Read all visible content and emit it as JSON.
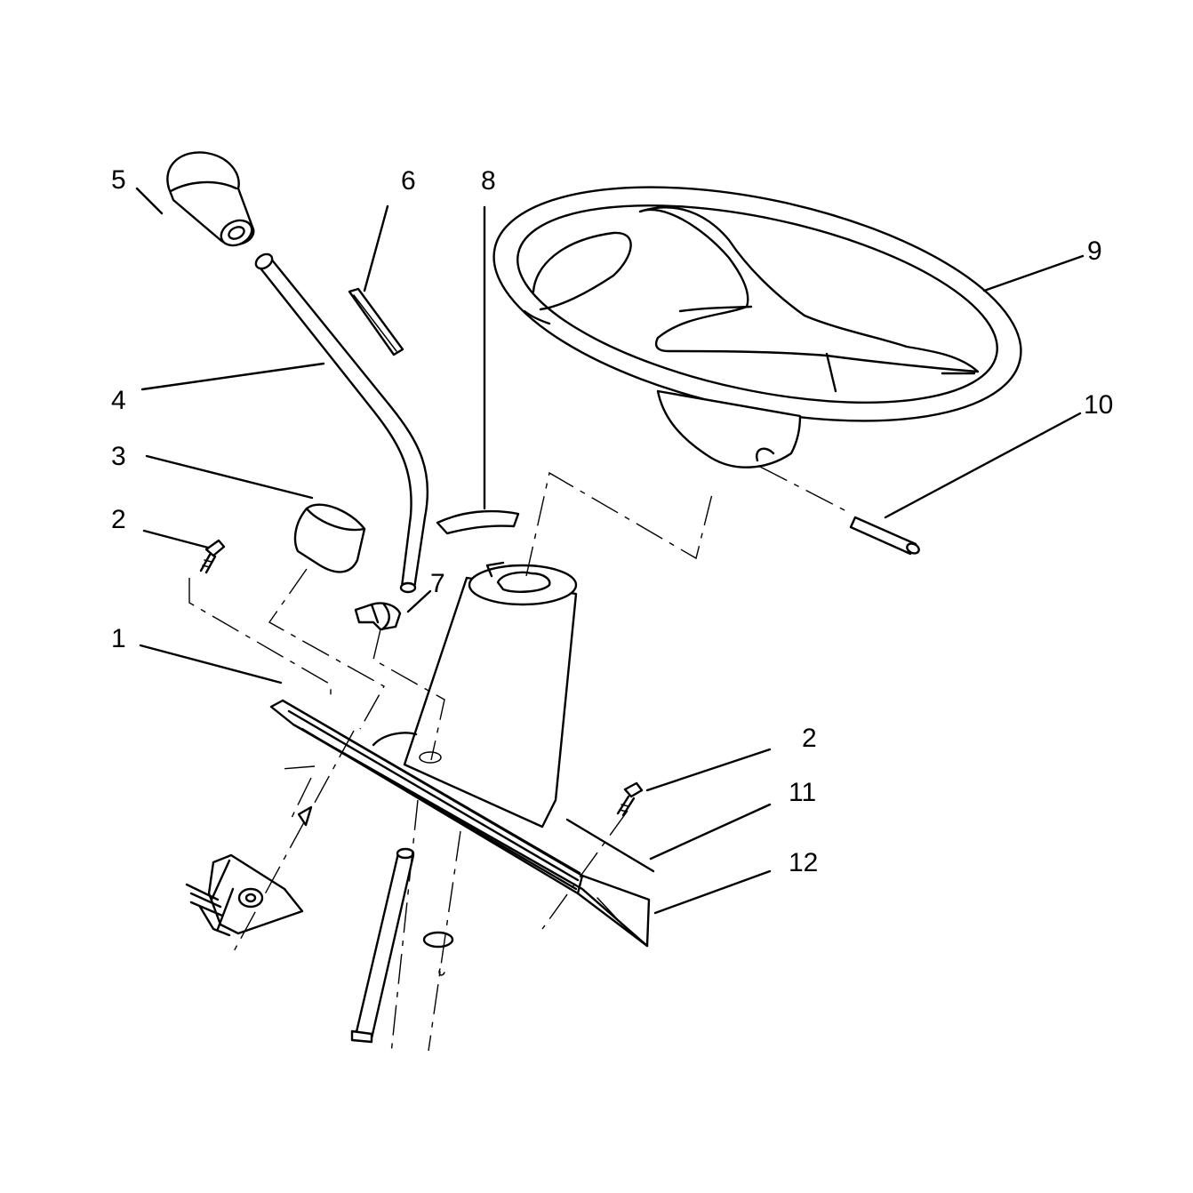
{
  "callouts": [
    {
      "key": "item_5",
      "number": "5"
    },
    {
      "key": "item_6",
      "number": "6"
    },
    {
      "key": "item_8",
      "number": "8"
    },
    {
      "key": "item_9",
      "number": "9"
    },
    {
      "key": "item_4",
      "number": "4"
    },
    {
      "key": "item_10",
      "number": "10"
    },
    {
      "key": "item_3",
      "number": "3"
    },
    {
      "key": "item_2a",
      "number": "2"
    },
    {
      "key": "item_7",
      "number": "7"
    },
    {
      "key": "item_1",
      "number": "1"
    },
    {
      "key": "item_2b",
      "number": "2"
    },
    {
      "key": "item_11",
      "number": "11"
    },
    {
      "key": "item_12",
      "number": "12"
    }
  ]
}
